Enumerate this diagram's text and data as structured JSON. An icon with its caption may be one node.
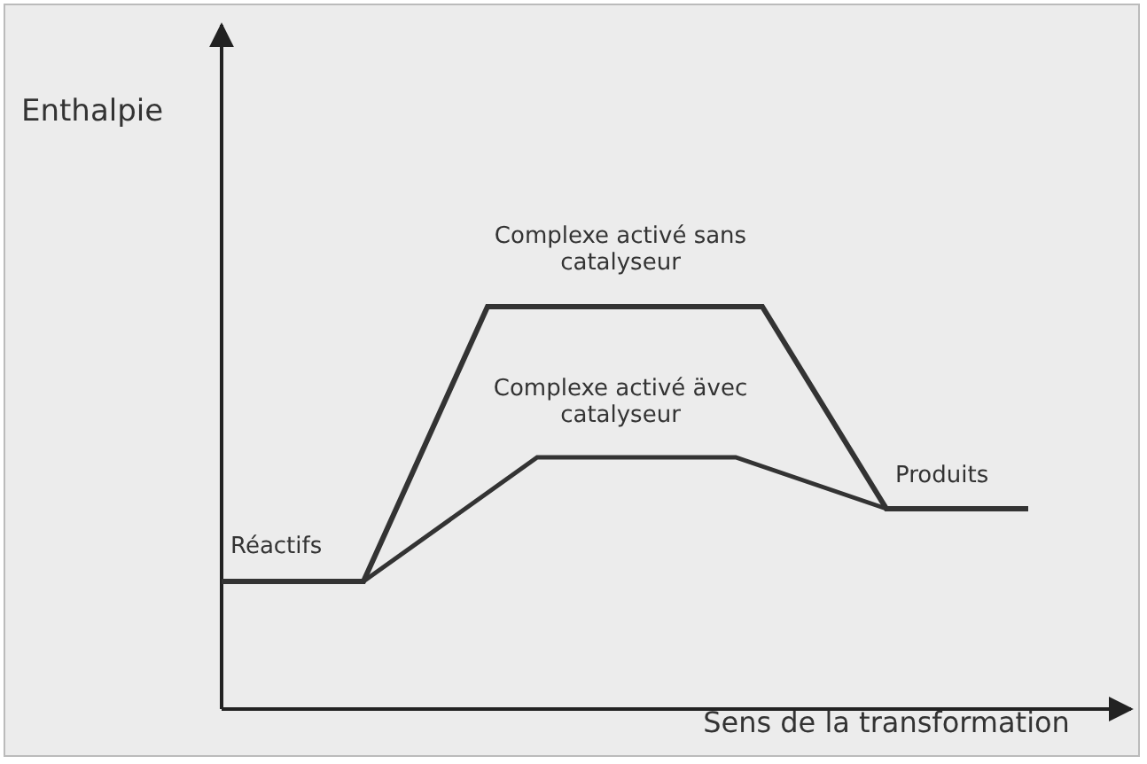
{
  "diagram": {
    "labels": [
      "Enthalpie",
      "Complexe activé sans catalyseur",
      "Complexe activé ävec catalyseur",
      "Produits",
      "Réactifs",
      "Sens de la transformation"
    ]
  }
}
